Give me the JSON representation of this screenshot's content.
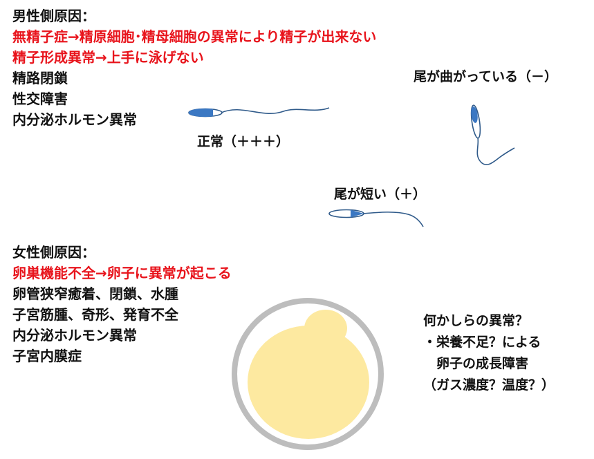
{
  "male": {
    "heading": "男性側原因：",
    "lines": [
      {
        "text": "無精子症→精原細胞･精母細胞の異常により精子が出来ない",
        "highlight": true
      },
      {
        "text": "精子形成異常→上手に泳げない",
        "highlight": true
      },
      {
        "text": "精路閉鎖",
        "highlight": false
      },
      {
        "text": "性交障害",
        "highlight": false
      },
      {
        "text": "内分泌ホルモン異常",
        "highlight": false
      }
    ]
  },
  "sperm": {
    "normal_label": "正常（＋＋＋）",
    "bent_label": "尾が曲がっている（－）",
    "short_label": "尾が短い（＋）"
  },
  "female": {
    "heading": "女性側原因：",
    "lines": [
      {
        "text": "卵巣機能不全→卵子に異常が起こる",
        "highlight": true
      },
      {
        "text": "卵管狭窄癒着、閉鎖、水腫",
        "highlight": false
      },
      {
        "text": "子宮筋腫、奇形、発育不全",
        "highlight": false
      },
      {
        "text": "内分泌ホルモン異常",
        "highlight": false
      },
      {
        "text": "子宮内膜症",
        "highlight": false
      }
    ]
  },
  "egg_note": {
    "lines": [
      "何かしらの異常？",
      "・栄養不足？による",
      "　卵子の成長障害",
      "（ガス濃度？温度？）"
    ]
  },
  "colors": {
    "highlight": "#e8141c",
    "text": "#111111",
    "sperm_head": "#3b78c3",
    "sperm_tail": "#2f5a8a",
    "egg_ring": "#bdbdbd",
    "egg_fill": "#fde9a0"
  }
}
